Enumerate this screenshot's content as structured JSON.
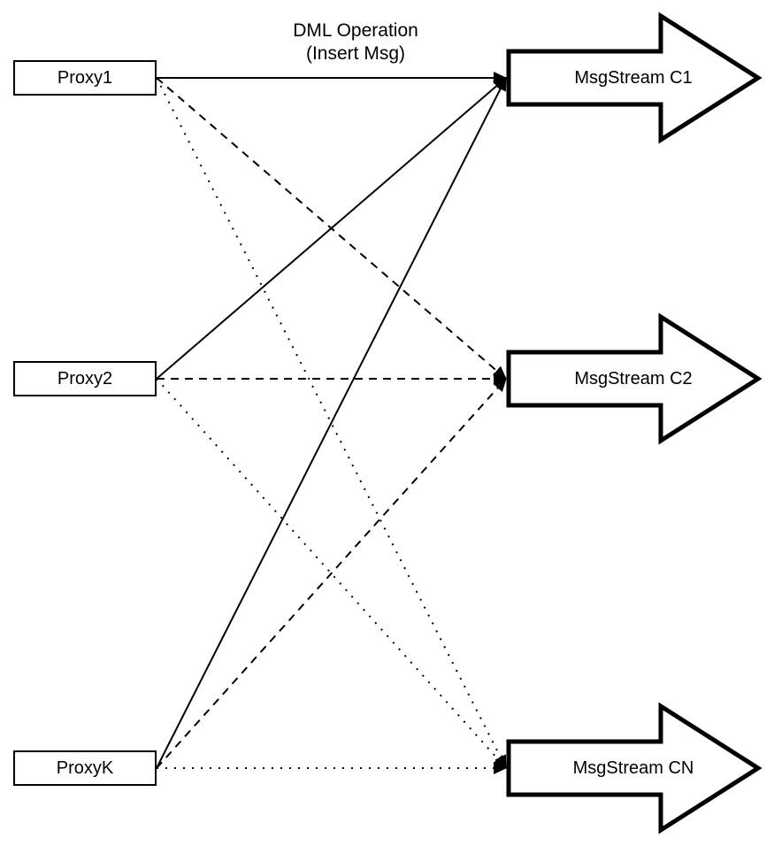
{
  "diagram": {
    "background_color": "#ffffff",
    "stroke_color": "#000000",
    "fill_color": "#ffffff",
    "title": {
      "line1": "DML Operation",
      "line2": "(Insert Msg)"
    },
    "proxies": [
      {
        "id": "proxy1",
        "label": "Proxy1"
      },
      {
        "id": "proxy2",
        "label": "Proxy2"
      },
      {
        "id": "proxyk",
        "label": "ProxyK"
      }
    ],
    "streams": [
      {
        "id": "stream-c1",
        "label": "MsgStream C1"
      },
      {
        "id": "stream-c2",
        "label": "MsgStream C2"
      },
      {
        "id": "stream-cn",
        "label": "MsgStream CN"
      }
    ],
    "edges": [
      {
        "from": "proxy1",
        "to": "stream-c1",
        "style": "solid"
      },
      {
        "from": "proxy1",
        "to": "stream-c2",
        "style": "dashed"
      },
      {
        "from": "proxy1",
        "to": "stream-cn",
        "style": "dotted"
      },
      {
        "from": "proxy2",
        "to": "stream-c1",
        "style": "solid"
      },
      {
        "from": "proxy2",
        "to": "stream-c2",
        "style": "dashed"
      },
      {
        "from": "proxy2",
        "to": "stream-cn",
        "style": "dotted"
      },
      {
        "from": "proxyk",
        "to": "stream-c1",
        "style": "solid"
      },
      {
        "from": "proxyk",
        "to": "stream-c2",
        "style": "dashed"
      },
      {
        "from": "proxyk",
        "to": "stream-cn",
        "style": "dotted"
      }
    ]
  }
}
